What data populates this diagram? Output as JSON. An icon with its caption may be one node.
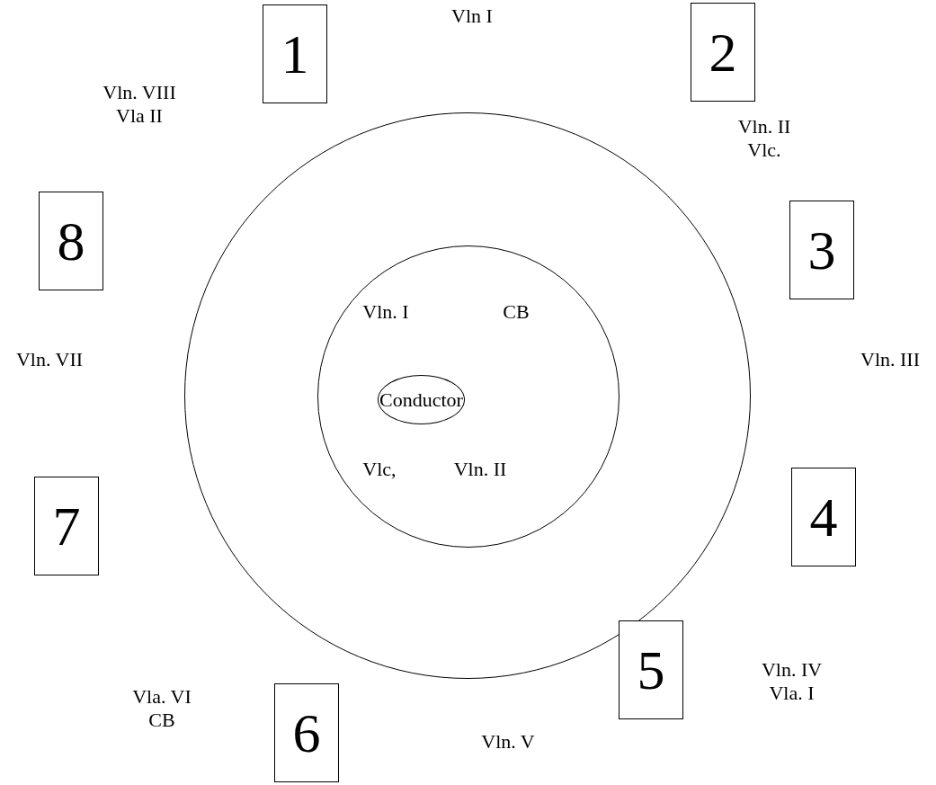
{
  "diagram": {
    "nodes": [
      {
        "text": [],
        "shape": "circle"
      },
      {
        "text": [
          "Vln. I",
          "CB",
          "Vlc,",
          "Vln. II"
        ],
        "in": 0
      },
      {
        "text": [
          "Conductor"
        ],
        "in": 1
      },
      {
        "text": [
          "1"
        ]
      },
      {
        "text": [
          "2"
        ]
      },
      {
        "text": [
          "3"
        ]
      },
      {
        "text": [
          "4"
        ]
      },
      {
        "text": [
          "5"
        ]
      },
      {
        "text": [
          "6"
        ]
      },
      {
        "text": [
          "7"
        ]
      },
      {
        "text": [
          "8"
        ]
      }
    ],
    "labels": [
      "Vln I",
      "Vln. VIII Vla II",
      "Vln. II Vlc.",
      "Vln. VII",
      "Vln. III",
      "Vln. IV Vla. I",
      "Vla. VI CB",
      "Vln. V"
    ]
  }
}
